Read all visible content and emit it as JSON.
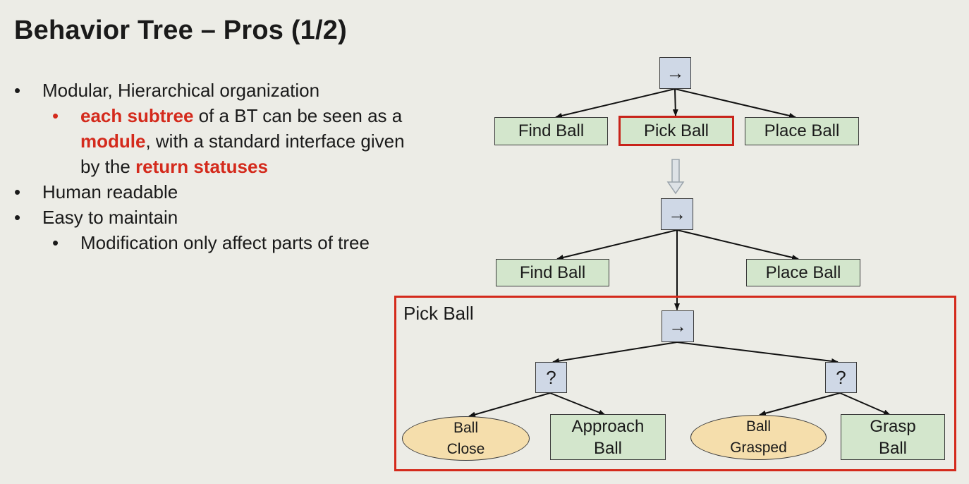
{
  "slide": {
    "title": "Behavior Tree – Pros (1/2)"
  },
  "bullets": {
    "b1": "Modular, Hierarchical organization",
    "b1_sub": {
      "part1": "each subtree",
      "part2": " of a BT can be seen as a",
      "part3": "module",
      "part4": ", with a standard interface given",
      "part5": "by the ",
      "part6": "return statuses"
    },
    "b2": "Human readable",
    "b3": "Easy to maintain",
    "b3_sub": "Modification only affect parts of tree",
    "marker": "•"
  },
  "tree_top": {
    "sequence_symbol": "→",
    "children": [
      "Find Ball",
      "Pick Ball",
      "Place Ball"
    ],
    "highlighted": "Pick Ball"
  },
  "tree_bottom": {
    "sequence_symbol": "→",
    "children": [
      "Find Ball",
      "Place Ball"
    ],
    "subtree_label": "Pick Ball",
    "subtree": {
      "sequence_symbol": "→",
      "fallback_symbol": "?",
      "left": {
        "condition": [
          "Ball",
          "Close"
        ],
        "action": [
          "Approach",
          "Ball"
        ]
      },
      "right": {
        "condition": [
          "Ball",
          "Grasped"
        ],
        "action": [
          "Grasp",
          "Ball"
        ]
      }
    }
  },
  "colors": {
    "action_fill": "#d3e6cc",
    "condition_fill": "#f5deac",
    "control_fill": "#cfd8e6",
    "highlight": "#d42a1c",
    "background": "#ecece6"
  }
}
